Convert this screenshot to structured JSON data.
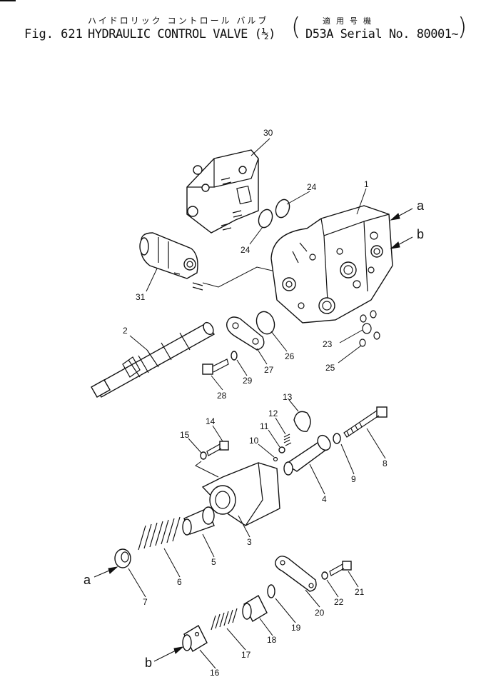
{
  "header": {
    "jp_title": "ハイドロリック コントロール バルブ",
    "jp_usage": "適用号機",
    "fig_no": "Fig. 621",
    "title": "HYDRAULIC CONTROL VALVE (½)",
    "serial": "D53A Serial No. 80001~"
  },
  "callouts": [
    {
      "id": "c1",
      "label": "1"
    },
    {
      "id": "c2",
      "label": "2"
    },
    {
      "id": "c3",
      "label": "3"
    },
    {
      "id": "c4",
      "label": "4"
    },
    {
      "id": "c5",
      "label": "5"
    },
    {
      "id": "c6",
      "label": "6"
    },
    {
      "id": "c7",
      "label": "7"
    },
    {
      "id": "c8",
      "label": "8"
    },
    {
      "id": "c9",
      "label": "9"
    },
    {
      "id": "c10",
      "label": "10"
    },
    {
      "id": "c11",
      "label": "11"
    },
    {
      "id": "c12",
      "label": "12"
    },
    {
      "id": "c13",
      "label": "13"
    },
    {
      "id": "c14",
      "label": "14"
    },
    {
      "id": "c15",
      "label": "15"
    },
    {
      "id": "c16",
      "label": "16"
    },
    {
      "id": "c17",
      "label": "17"
    },
    {
      "id": "c18",
      "label": "18"
    },
    {
      "id": "c19",
      "label": "19"
    },
    {
      "id": "c20",
      "label": "20"
    },
    {
      "id": "c21",
      "label": "21"
    },
    {
      "id": "c22",
      "label": "22"
    },
    {
      "id": "c23",
      "label": "23"
    },
    {
      "id": "c24a",
      "label": "24"
    },
    {
      "id": "c24b",
      "label": "24"
    },
    {
      "id": "c25",
      "label": "25"
    },
    {
      "id": "c26",
      "label": "26"
    },
    {
      "id": "c27",
      "label": "27"
    },
    {
      "id": "c28",
      "label": "28"
    },
    {
      "id": "c29",
      "label": "29"
    },
    {
      "id": "c30",
      "label": "30"
    },
    {
      "id": "c31",
      "label": "31"
    }
  ],
  "flow_markers": {
    "a_top": "a",
    "b_top": "b",
    "a_bottom": "a",
    "b_bottom": "b"
  }
}
